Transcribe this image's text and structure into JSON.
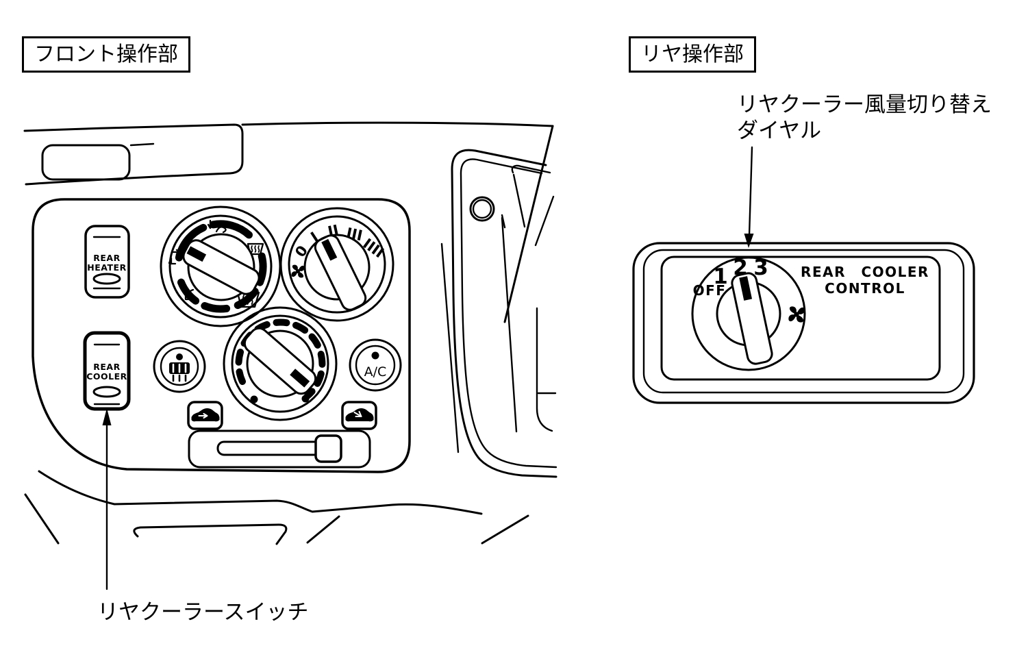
{
  "front_section": {
    "label": "フロント操作部"
  },
  "rear_section": {
    "label": "リヤ操作部"
  },
  "annotations": {
    "rear_dial_line1": "リヤクーラー風量切り替え",
    "rear_dial_line2": "ダイヤル",
    "front_switch": "リヤクーラースイッチ"
  },
  "front_panel": {
    "rear_heater_button": {
      "line1": "REAR",
      "line2": "HEATER"
    },
    "rear_cooler_button": {
      "line1": "REAR",
      "line2": "COOLER"
    },
    "fan_dial": {
      "marks": [
        "0",
        "I",
        "II",
        "III",
        "IIII"
      ]
    },
    "ac_button": {
      "label": "A/C"
    }
  },
  "rear_panel": {
    "dial": {
      "marks": [
        "OFF",
        "1",
        "2",
        "3"
      ]
    },
    "title": {
      "line1": "REAR COOLER",
      "line2": "CONTROL"
    }
  },
  "colors": {
    "line": "#000000",
    "background": "#ffffff"
  }
}
